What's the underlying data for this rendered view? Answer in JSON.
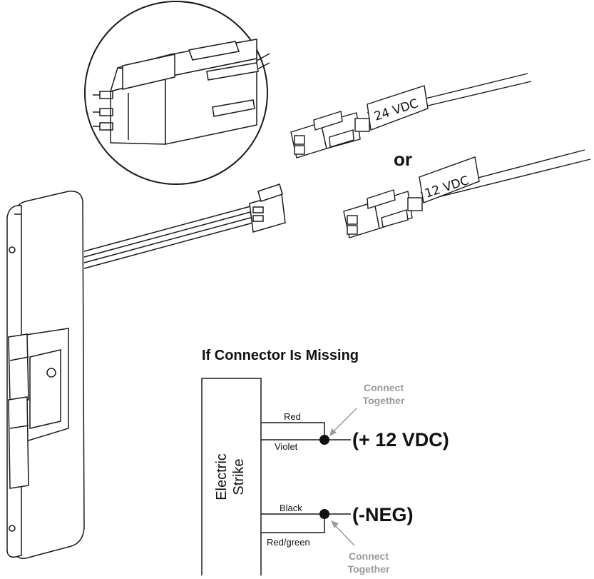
{
  "labels": {
    "volt24": "24 VDC",
    "volt12": "12 VDC",
    "or": "or",
    "heading": "If Connector Is Missing",
    "strike_line1": "Electric",
    "strike_line2": "Strike",
    "wire_red": "Red",
    "wire_violet": "Violet",
    "wire_black": "Black",
    "wire_redgreen": "Red/green",
    "positive": "(+ 12 VDC)",
    "negative": "(-NEG)",
    "connect_top_1": "Connect",
    "connect_top_2": "Together",
    "connect_bottom_1": "Connect",
    "connect_bottom_2": "Together"
  },
  "colors": {
    "line": "#1a1a1a",
    "callout_gray": "#9a9a9a",
    "text": "#111111"
  }
}
